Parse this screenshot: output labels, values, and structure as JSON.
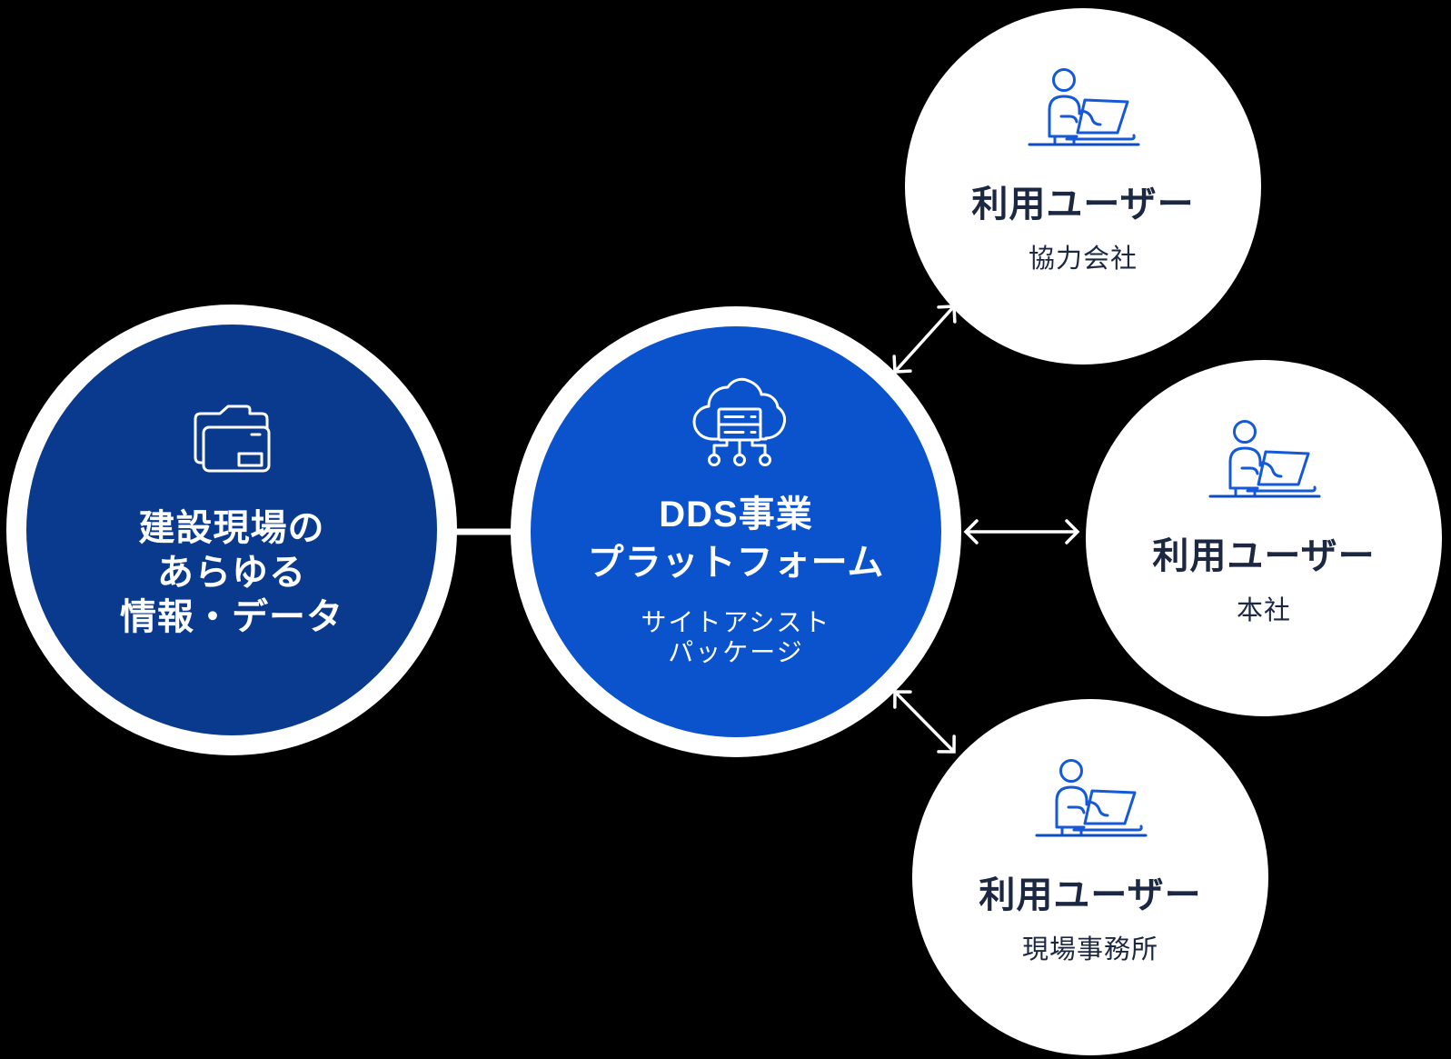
{
  "diagram_title": "DDS platform relation diagram",
  "colors": {
    "background": "#000000",
    "ring": "#ffffff",
    "source_fill": "#0a3a8d",
    "platform_fill": "#0b52cd",
    "user_circle_fill": "#ffffff",
    "circle_text_white": "#ffffff",
    "user_text_dark": "#1c2742",
    "arrow": "#ffffff",
    "icon_stroke_blue": "#1659d8",
    "icon_floor_blue": "#0d4cc1"
  },
  "nodes": {
    "source": {
      "icon": "folder-icon",
      "lines": [
        "建設現場の",
        "あらゆる",
        "情報・データ"
      ]
    },
    "platform": {
      "icon": "cloud-server-icon",
      "title_lines": [
        "DDS事業",
        "プラットフォーム"
      ],
      "subtitle_lines": [
        "サイトアシスト",
        "パッケージ"
      ]
    },
    "users": [
      {
        "icon": "user-laptop-icon",
        "title": "利用ユーザー",
        "subtitle": "協力会社"
      },
      {
        "icon": "user-laptop-icon",
        "title": "利用ユーザー",
        "subtitle": "本社"
      },
      {
        "icon": "user-laptop-icon",
        "title": "利用ユーザー",
        "subtitle": "現場事務所"
      }
    ]
  },
  "connectors": {
    "source_to_platform": "plain-line",
    "platform_to_each_user": "double-headed-arrow"
  }
}
